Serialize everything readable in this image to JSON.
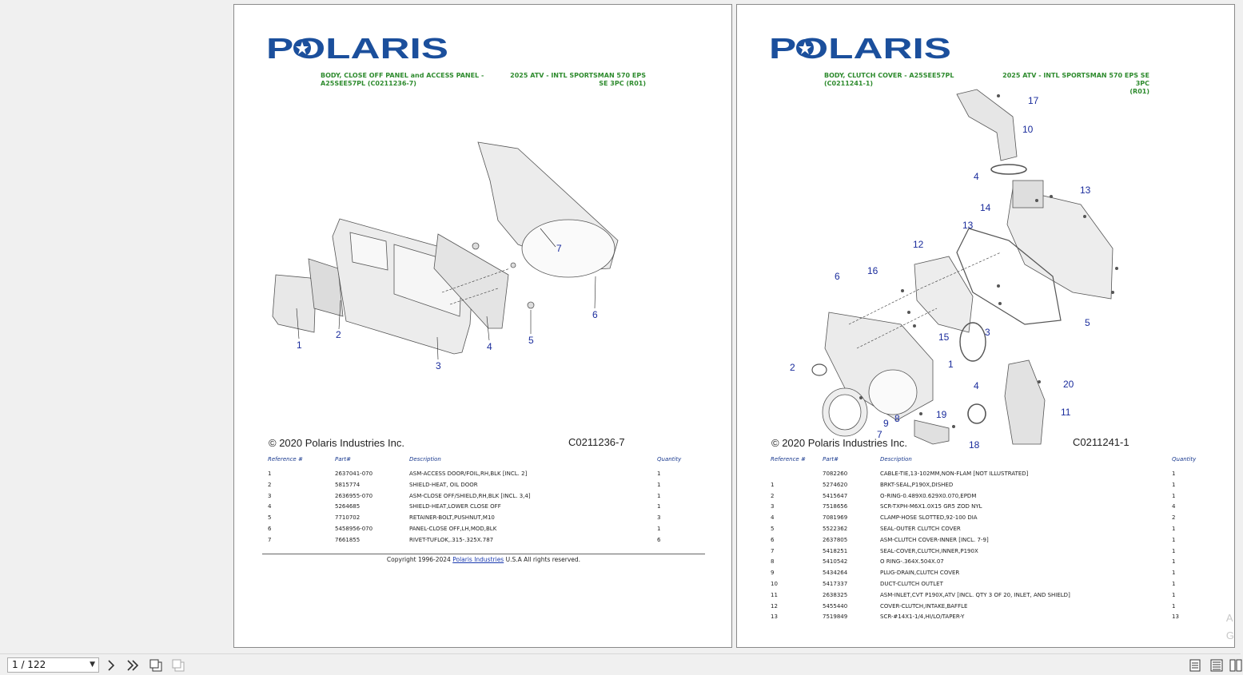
{
  "pages": [
    {
      "brand": "POLARIS",
      "title_left": [
        "BODY, CLOSE OFF PANEL and ACCESS PANEL -",
        "A25SEE57PL (C0211236-7)"
      ],
      "title_right": [
        "2025 ATV - INTL SPORTSMAN 570 EPS",
        "SE 3PC (R01)"
      ],
      "copyright": "© 2020 Polaris Industries Inc.",
      "diagram_code": "C0211236-7",
      "callouts": [
        "1",
        "2",
        "3",
        "4",
        "5",
        "6",
        "7"
      ],
      "table_headers": {
        "ref": "Reference #",
        "part": "Part#",
        "desc": "Description",
        "qty": "Quantity"
      },
      "rows": [
        {
          "ref": "1",
          "part": "2637041-070",
          "desc": "ASM-ACCESS DOOR/FOIL,RH,BLK [INCL. 2]",
          "qty": "1"
        },
        {
          "ref": "2",
          "part": "5815774",
          "desc": "SHIELD-HEAT, OIL DOOR",
          "qty": "1"
        },
        {
          "ref": "3",
          "part": "2636955-070",
          "desc": "ASM-CLOSE OFF/SHIELD,RH,BLK [INCL. 3,4]",
          "qty": "1"
        },
        {
          "ref": "4",
          "part": "5264685",
          "desc": "SHIELD-HEAT,LOWER CLOSE OFF",
          "qty": "1"
        },
        {
          "ref": "5",
          "part": "7710702",
          "desc": "RETAINER-BOLT,PUSHNUT,M10",
          "qty": "3"
        },
        {
          "ref": "6",
          "part": "5458956-070",
          "desc": "PANEL-CLOSE OFF,LH,MOD,BLK",
          "qty": "1"
        },
        {
          "ref": "7",
          "part": "7661855",
          "desc": "RIVET-TUFLOK,.315-.325X.787",
          "qty": "6"
        }
      ],
      "footer": {
        "prefix": "Copyright 1996-2024 ",
        "link": "Polaris Industries",
        "suffix": " U.S.A All rights reserved."
      }
    },
    {
      "brand": "POLARIS",
      "title_left": [
        "BODY, CLUTCH COVER - A25SEE57PL",
        "(C0211241-1)"
      ],
      "title_right": [
        "2025 ATV - INTL SPORTSMAN 570 EPS SE 3PC",
        "(R01)"
      ],
      "copyright": "© 2020 Polaris Industries Inc.",
      "diagram_code": "C0211241-1",
      "callouts": [
        "1",
        "2",
        "3",
        "4",
        "4",
        "5",
        "6",
        "7",
        "8",
        "9",
        "10",
        "11",
        "12",
        "13",
        "13",
        "14",
        "15",
        "16",
        "17",
        "18",
        "19",
        "20"
      ],
      "table_headers": {
        "ref": "Reference #",
        "part": "Part#",
        "desc": "Description",
        "qty": "Quantity"
      },
      "rows": [
        {
          "ref": "",
          "part": "7082260",
          "desc": "CABLE-TIE,13-102MM,NON-FLAM [NOT ILLUSTRATED]",
          "qty": "1"
        },
        {
          "ref": "1",
          "part": "5274620",
          "desc": "BRKT-SEAL,P190X,DISHED",
          "qty": "1"
        },
        {
          "ref": "2",
          "part": "5415647",
          "desc": "O-RING-0.489X0.629X0.070,EPDM",
          "qty": "1"
        },
        {
          "ref": "3",
          "part": "7518656",
          "desc": "SCR-TXPH-M6X1.0X15 GR5 ZOD NYL",
          "qty": "4"
        },
        {
          "ref": "4",
          "part": "7081969",
          "desc": "CLAMP-HOSE SLOTTED,92-100 DIA",
          "qty": "2"
        },
        {
          "ref": "5",
          "part": "5522362",
          "desc": "SEAL-OUTER CLUTCH COVER",
          "qty": "1"
        },
        {
          "ref": "6",
          "part": "2637805",
          "desc": "ASM-CLUTCH COVER-INNER [INCL. 7-9]",
          "qty": "1"
        },
        {
          "ref": "7",
          "part": "5418251",
          "desc": "SEAL-COVER,CLUTCH,INNER,P190X",
          "qty": "1"
        },
        {
          "ref": "8",
          "part": "5410542",
          "desc": "O RING-.364X.504X.07",
          "qty": "1"
        },
        {
          "ref": "9",
          "part": "5434264",
          "desc": "PLUG-DRAIN,CLUTCH COVER",
          "qty": "1"
        },
        {
          "ref": "10",
          "part": "5417337",
          "desc": "DUCT-CLUTCH OUTLET",
          "qty": "1"
        },
        {
          "ref": "11",
          "part": "2638325",
          "desc": "ASM-INLET,CVT P190X,ATV [INCL. QTY 3 OF 20, INLET, AND SHIELD]",
          "qty": "1"
        },
        {
          "ref": "12",
          "part": "5455440",
          "desc": "COVER-CLUTCH,INTAKE,BAFFLE",
          "qty": "1"
        },
        {
          "ref": "13",
          "part": "7519849",
          "desc": "SCR-#14X1-1/4,HI/LO/TAPER-Y",
          "qty": "13"
        }
      ],
      "ghost_text": [
        "A",
        "G"
      ]
    }
  ],
  "toolbar": {
    "page_indicator": "1 / 122",
    "icons": [
      "next-page-icon",
      "last-page-icon",
      "copy-pages-icon",
      "paste-pages-icon",
      "single-page-view-icon",
      "continuous-view-icon",
      "two-page-view-icon"
    ]
  },
  "colors": {
    "brand_blue": "#1b4f9c",
    "header_green": "#2e8b2e",
    "callout_blue": "#1a2c9c",
    "link_blue": "#1a3aaf"
  }
}
